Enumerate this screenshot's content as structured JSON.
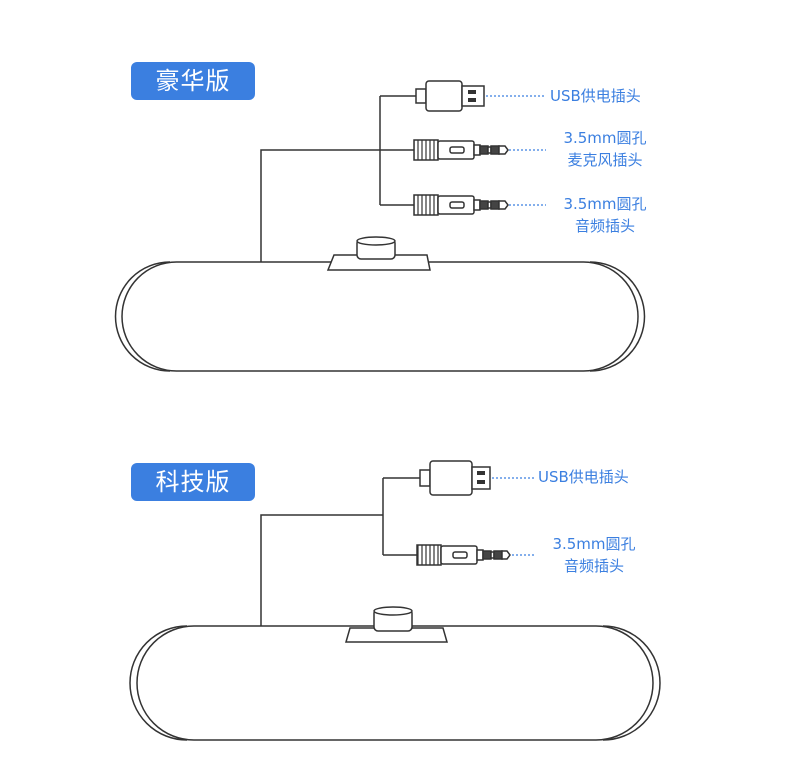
{
  "colors": {
    "accent": "#3b7fe0",
    "line": "#333333",
    "background": "#ffffff"
  },
  "deluxe": {
    "title": "豪华版",
    "usb_label": "USB供电插头",
    "mic_label": [
      "3.5mm圆孔",
      "麦克风插头"
    ],
    "audio_label": [
      "3.5mm圆孔",
      "音频插头"
    ]
  },
  "tech": {
    "title": "科技版",
    "usb_label": "USB供电插头",
    "audio_label": [
      "3.5mm圆孔",
      "音频插头"
    ]
  },
  "icons": [
    "usb-plug-icon",
    "audio-jack-icon",
    "speaker-icon"
  ]
}
